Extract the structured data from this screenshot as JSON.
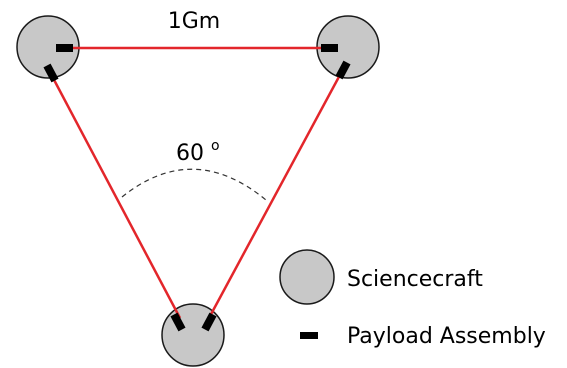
{
  "diagram": {
    "arm_length_label": "1Gm",
    "angle_label": "60",
    "angle_unit": "o"
  },
  "legend": {
    "sciencecraft_label": "Sciencecraft",
    "payload_label": "Payload Assembly"
  },
  "colors": {
    "laser_link": "#e3262b",
    "spacecraft_fill": "#c8c8c8",
    "spacecraft_stroke": "#1a1a1a",
    "payload": "#000000",
    "angle_arc": "#333333"
  }
}
